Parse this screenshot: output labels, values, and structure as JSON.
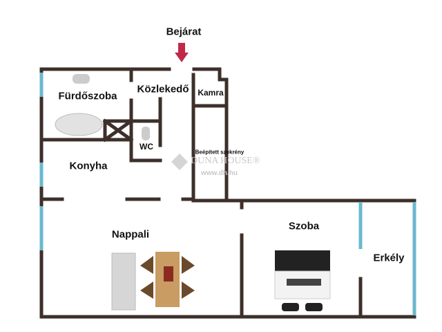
{
  "entrance": {
    "label": "Bejárat",
    "arrow_color": "#c0294a"
  },
  "rooms": {
    "bathroom": "Fürdőszoba",
    "hallway": "Közlekedő",
    "pantry": "Kamra",
    "wc": "WC",
    "kitchen": "Konyha",
    "wardrobe": "Beépített szekrény",
    "living_room": "Nappali",
    "bedroom": "Szoba",
    "balcony": "Erkély"
  },
  "watermark": {
    "brand": "DUNA HOUSE®",
    "url": "www.dh.hu"
  },
  "colors": {
    "wall": "#3d2f2a",
    "window": "#6bb8d0"
  }
}
